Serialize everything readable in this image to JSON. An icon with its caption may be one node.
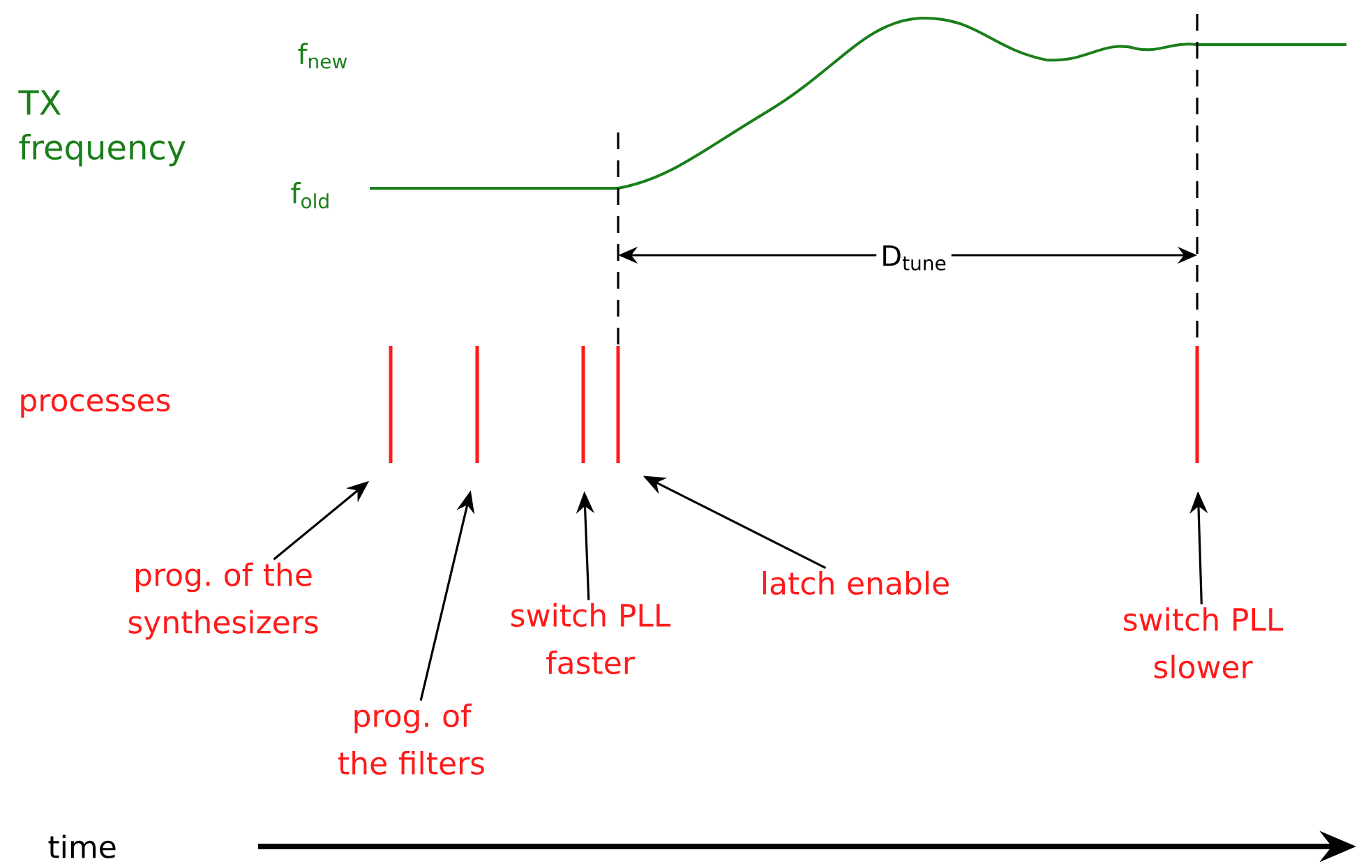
{
  "diagram": {
    "nodes": [
      {
        "text": [],
        "shape": "bar"
      },
      {
        "text": [],
        "shape": "bar"
      },
      {
        "text": [],
        "shape": "bar"
      },
      {
        "text": [],
        "shape": "bar"
      },
      {
        "text": [],
        "shape": "bar"
      },
      {
        "text": [
          "prog. of the synthesizers"
        ]
      },
      {
        "text": [
          "latch enable"
        ]
      },
      {
        "text": [
          "switch PLL faster"
        ]
      },
      {
        "text": [
          "switch PLL slower"
        ]
      },
      {
        "text": [
          "prog. of the filters"
        ]
      }
    ],
    "edges": [
      {
        "from": 5,
        "to": 0,
        "arrow": "to"
      },
      {
        "from": 9,
        "to": 1,
        "arrow": "to"
      },
      {
        "from": 7,
        "to": 2,
        "arrow": "to"
      },
      {
        "from": 6,
        "to": 3,
        "arrow": "to"
      },
      {
        "from": 8,
        "to": 4,
        "arrow": "to"
      }
    ],
    "labels": [
      "f$_{new}$",
      "TX frequency",
      "f$_{old}$",
      "D$_{tune}$",
      "processes",
      "time"
    ]
  }
}
